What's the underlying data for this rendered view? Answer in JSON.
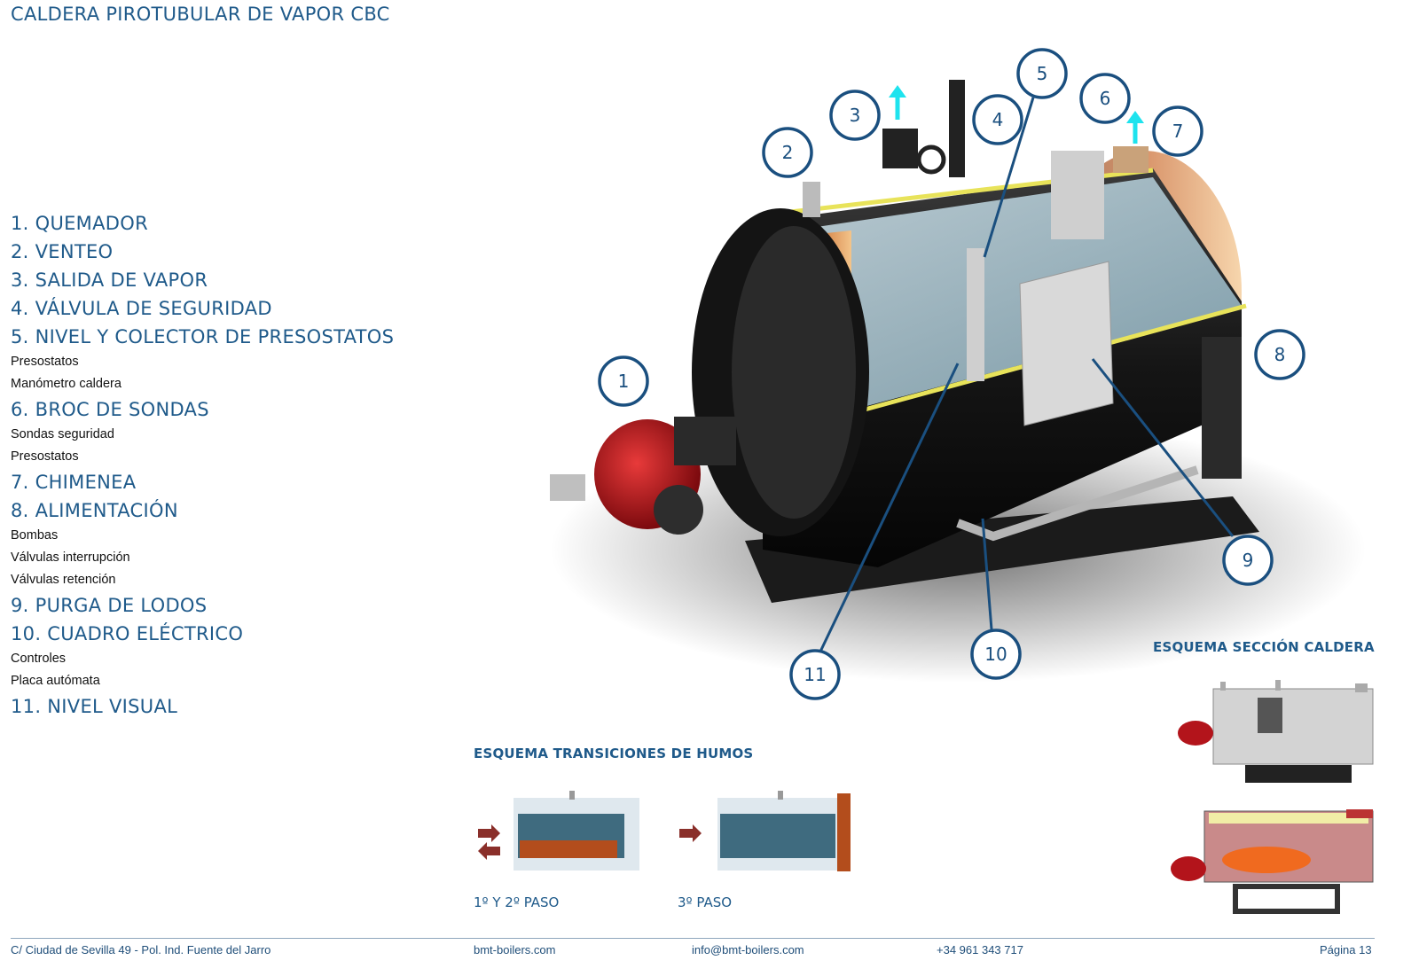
{
  "page_title": "CALDERA PIROTUBULAR DE VAPOR CBC",
  "legend": [
    {
      "heading": "1. QUEMADOR",
      "subs": []
    },
    {
      "heading": "2. VENTEO",
      "subs": []
    },
    {
      "heading": "3. SALIDA DE VAPOR",
      "subs": []
    },
    {
      "heading": "4. VÁLVULA DE SEGURIDAD",
      "subs": []
    },
    {
      "heading": "5. NIVEL Y COLECTOR DE PRESOSTATOS",
      "subs": [
        "Presostatos",
        "Manómetro caldera"
      ]
    },
    {
      "heading": "6. BROC DE SONDAS",
      "subs": [
        "Sondas seguridad",
        "Presostatos"
      ]
    },
    {
      "heading": "7. CHIMENEA",
      "subs": []
    },
    {
      "heading": "8. ALIMENTACIÓN",
      "subs": [
        "Bombas",
        "Válvulas interrupción",
        "Válvulas retención"
      ]
    },
    {
      "heading": "9. PURGA DE LODOS",
      "subs": []
    },
    {
      "heading": "10. CUADRO ELÉCTRICO",
      "subs": [
        "Controles",
        "Placa autómata"
      ]
    },
    {
      "heading": "11. NIVEL VISUAL",
      "subs": []
    }
  ],
  "callouts": [
    "1",
    "2",
    "3",
    "4",
    "5",
    "6",
    "7",
    "8",
    "9",
    "10",
    "11"
  ],
  "smoke_schema": {
    "title": "ESQUEMA TRANSICIONES DE HUMOS",
    "pass_12_label": "1º Y 2º PASO",
    "pass_3_label": "3º PASO"
  },
  "section_schema": {
    "title": "ESQUEMA SECCIÓN CALDERA"
  },
  "footer": {
    "address": "C/ Ciudad de Sevilla 49 - Pol. Ind. Fuente del Jarro",
    "website": "bmt-boilers.com",
    "email": "info@bmt-boilers.com",
    "phone": "+34 961 343 717",
    "page": "Página 13"
  },
  "colors": {
    "brand_blue": "#1f5a8a",
    "callout_ring": "#1a4f7f",
    "steam_arrow": "#1ee3ee",
    "burner_red": "#b3141b"
  }
}
